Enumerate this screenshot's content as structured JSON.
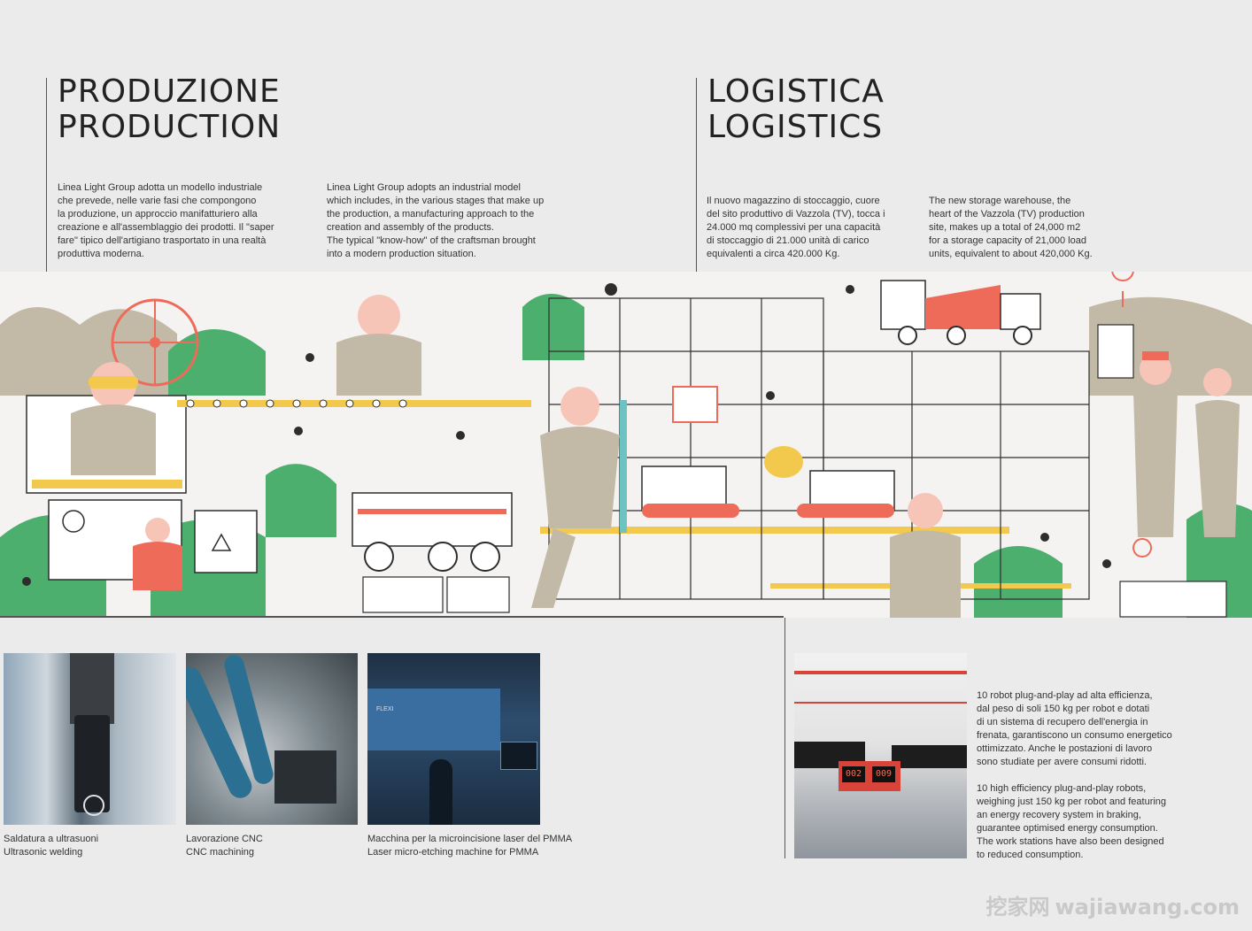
{
  "production": {
    "title_it": "PRODUZIONE",
    "title_en": "PRODUCTION",
    "text_it": [
      "Linea Light Group adotta un modello industriale",
      "che prevede, nelle varie fasi che compongono",
      "la produzione, un approccio manifatturiero alla",
      "creazione e all'assemblaggio dei prodotti. Il \"saper",
      "fare\" tipico dell'artigiano trasportato in una realtà",
      "produttiva moderna."
    ],
    "text_en": [
      "Linea Light Group adopts an industrial model",
      "which includes, in the various stages that make up",
      "the production, a manufacturing approach to the",
      "creation and assembly of the products.",
      "The typical \"know-how\" of the craftsman brought",
      "into a modern production situation."
    ]
  },
  "logistics": {
    "title_it": "LOGISTICA",
    "title_en": "LOGISTICS",
    "text_it": [
      "Il nuovo magazzino di stoccaggio, cuore",
      "del sito produttivo di Vazzola (TV), tocca i",
      "24.000 mq complessivi per una capacità",
      "di stoccaggio di 21.000 unità di carico",
      "equivalenti a circa 420.000 Kg."
    ],
    "text_en": [
      "The new storage warehouse, the",
      "heart of the Vazzola (TV) production",
      "site, makes up a total of 24,000 m2",
      "for a storage capacity of 21,000 load",
      "units, equivalent to about 420,000 Kg."
    ]
  },
  "photos": [
    {
      "caption_it": "Saldatura a ultrasuoni",
      "caption_en": "Ultrasonic welding"
    },
    {
      "caption_it": "Lavorazione CNC",
      "caption_en": "CNC machining"
    },
    {
      "caption_it": "Macchina per la microincisione laser del PMMA",
      "caption_en": "Laser micro-etching machine for PMMA"
    }
  ],
  "robot": {
    "photo_text": "FLEXI",
    "counter_1": "002",
    "counter_2": "009",
    "text_it": [
      "10 robot plug-and-play ad alta efficienza,",
      "dal peso di soli 150 kg per robot e dotati",
      "di un sistema di recupero dell'energia in",
      "frenata, garantiscono un consumo energetico",
      "ottimizzato. Anche le postazioni di lavoro",
      "sono studiate per avere consumi ridotti."
    ],
    "text_en": [
      "10 high efficiency plug-and-play robots,",
      "weighing just 150 kg per robot and featuring",
      "an energy recovery system in braking,",
      "guarantee optimised energy consumption.",
      "The work stations have also been designed",
      "to reduced consumption."
    ]
  },
  "watermark": {
    "cn": "挖家网",
    "url": "wajiawang.com"
  },
  "colors": {
    "green": "#4caf6e",
    "yellow": "#f2c94c",
    "red": "#ee6b5a",
    "teal": "#6cc3c1",
    "khaki": "#c2b9a6",
    "dark": "#2d2d2d",
    "bg": "#ebebeb"
  }
}
